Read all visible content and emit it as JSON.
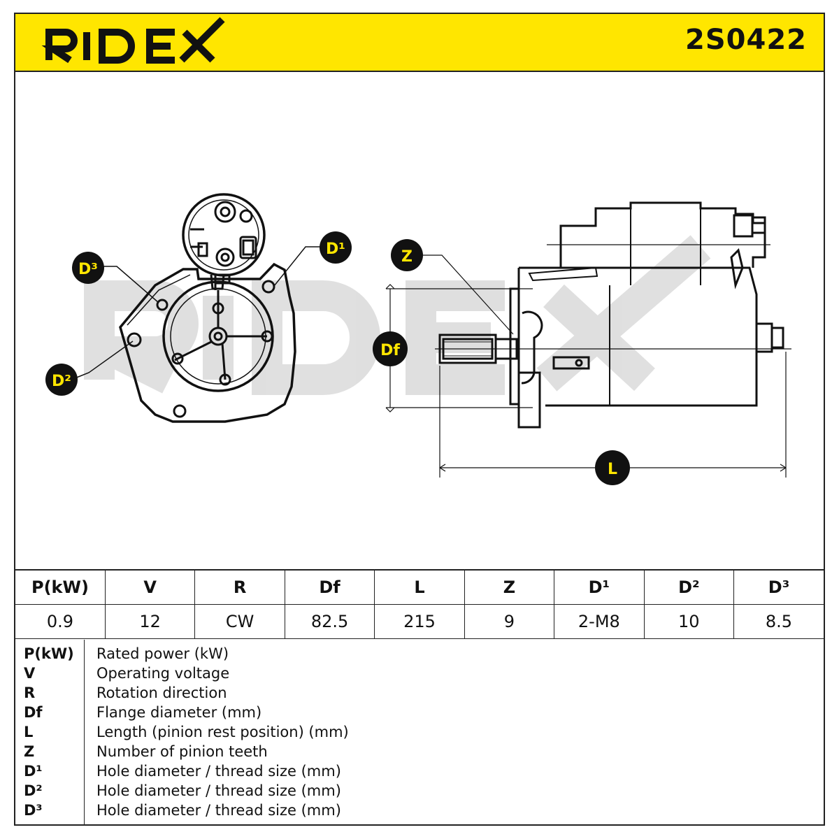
{
  "header": {
    "brand": "RIDEX",
    "part_number": "2S0422",
    "background_color": "#ffe600"
  },
  "drawing": {
    "labels": {
      "d1": "D¹",
      "d2": "D²",
      "d3": "D³",
      "z": "Z",
      "df": "Df",
      "l": "L"
    },
    "watermark": "RIDEX"
  },
  "spec_table": {
    "headers": [
      "P(kW)",
      "V",
      "R",
      "Df",
      "L",
      "Z",
      "D¹",
      "D²",
      "D³"
    ],
    "values": [
      "0.9",
      "12",
      "CW",
      "82.5",
      "215",
      "9",
      "2-M8",
      "10",
      "8.5"
    ]
  },
  "legend": [
    {
      "key": "P(kW)",
      "desc": "Rated power (kW)"
    },
    {
      "key": "V",
      "desc": "Operating voltage"
    },
    {
      "key": "R",
      "desc": "Rotation direction"
    },
    {
      "key": "Df",
      "desc": "Flange diameter (mm)"
    },
    {
      "key": "L",
      "desc": "Length (pinion rest position) (mm)"
    },
    {
      "key": "Z",
      "desc": "Number of pinion teeth"
    },
    {
      "key": "D¹",
      "desc": "Hole diameter / thread size (mm)"
    },
    {
      "key": "D²",
      "desc": "Hole diameter / thread size (mm)"
    },
    {
      "key": "D³",
      "desc": "Hole diameter / thread size (mm)"
    }
  ]
}
